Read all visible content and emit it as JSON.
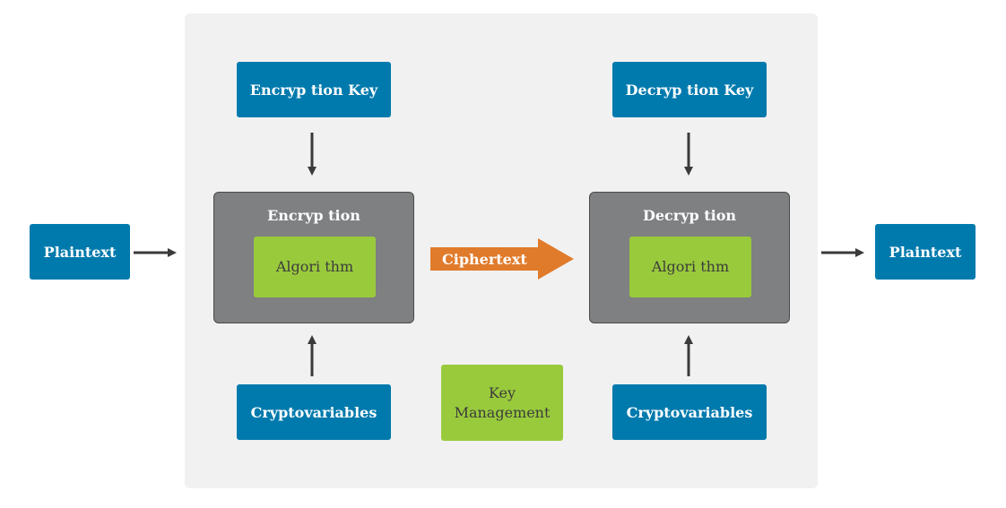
{
  "left_plaintext": "Plaintext",
  "right_plaintext": "Plaintext",
  "encryption_key": "Encryp tion Key",
  "decryption_key": "Decryp tion Key",
  "encryption_title": "Encryp tion",
  "decryption_title": "Decryp tion",
  "algorithm_left": "Algori thm",
  "algorithm_right": "Algori thm",
  "ciphertext": "Ciphertext",
  "cryptovariables_left": "Cryptovariables",
  "cryptovariables_right": "Cryptovariables",
  "key_management": {
    "line1": "Key",
    "line2": "Management"
  },
  "colors": {
    "blue": "#007aad",
    "green": "#99ca3c",
    "gray": "#7e8081",
    "orange": "#e07b2b",
    "arrow": "#3a3a3a",
    "panel": "#f1f1f1"
  }
}
